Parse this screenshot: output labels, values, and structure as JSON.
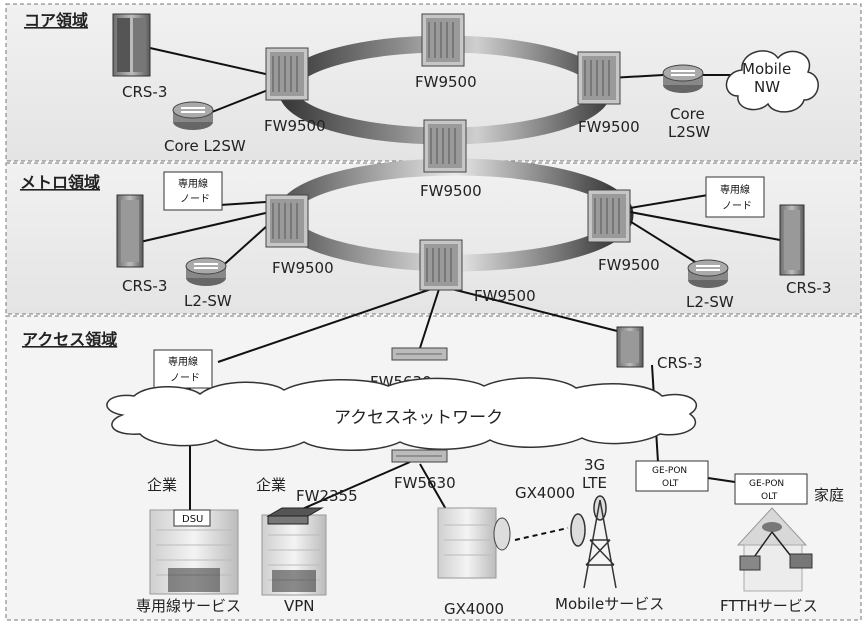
{
  "sections": {
    "core": "コア領域",
    "metro": "メトロ領域",
    "access": "アクセス領域"
  },
  "core": {
    "crs3": "CRS-3",
    "core_l2sw_left": "Core L2SW",
    "fw_left": "FW9500",
    "fw_top": "FW9500",
    "fw_right": "FW9500",
    "core_l2sw_right_1": "Core",
    "core_l2sw_right_2": "L2SW",
    "mobile_nw_1": "Mobile",
    "mobile_nw_2": "NW"
  },
  "metro": {
    "fw_top": "FW9500",
    "fw_left": "FW9500",
    "fw_right": "FW9500",
    "fw_bottom": "FW9500",
    "crs3_left": "CRS-3",
    "crs3_right": "CRS-3",
    "l2sw_left": "L2-SW",
    "l2sw_right": "L2-SW",
    "leased_node_left_1": "専用線",
    "leased_node_left_2": "ノード",
    "leased_node_right_1": "専用線",
    "leased_node_right_2": "ノード"
  },
  "access": {
    "leased_node_1": "専用線",
    "leased_node_2": "ノード",
    "fw5630_top": "FW5630",
    "crs3": "CRS-3",
    "cloud": "アクセスネットワーク",
    "fw5630_bottom": "FW5630",
    "fw2355": "FW2355",
    "enterprise_1": "企業",
    "enterprise_2": "企業",
    "dsu": "DSU",
    "gx4000_top": "GX4000",
    "gx4000_bottom": "GX4000",
    "g3": "3G",
    "lte": "LTE",
    "gepon_olt_left_1": "GE-PON",
    "gepon_olt_left_2": "OLT",
    "gepon_olt_right_1": "GE-PON",
    "gepon_olt_right_2": "OLT",
    "home": "家庭"
  },
  "services": {
    "leased_line": "専用線サービス",
    "vpn": "VPN",
    "mobile": "Mobileサービス",
    "ftth": "FTTHサービス"
  }
}
